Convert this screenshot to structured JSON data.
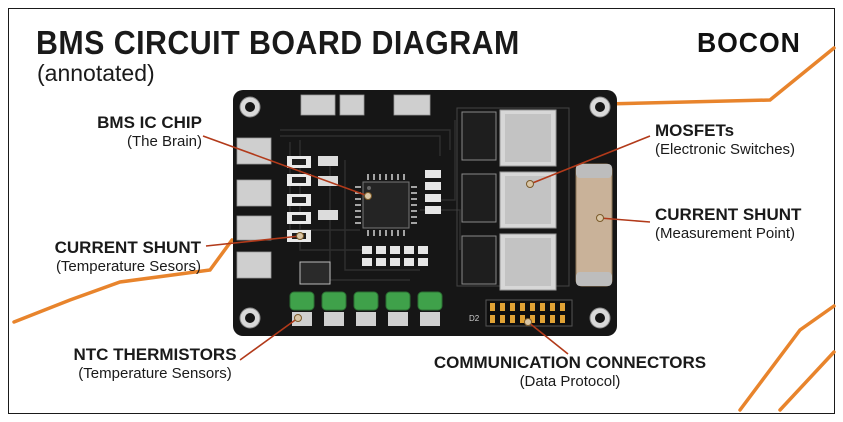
{
  "header": {
    "title": "BMS CIRCUIT BOARD DIAGRAM",
    "subtitle": "(annotated)",
    "logo": "BOCON"
  },
  "callouts": {
    "bms_ic": {
      "title": "BMS IC CHIP",
      "subtitle": "(The Brain)"
    },
    "current_shunt_left": {
      "title": "CURRENT SHUNT",
      "subtitle": "(Temperature  Sesors)"
    },
    "ntc": {
      "title": "NTC THERMISTORS",
      "subtitle": "(Temperature Sensors)"
    },
    "mosfets": {
      "title": "MOSFETs",
      "subtitle": "(Electronic Switches)"
    },
    "current_shunt_right": {
      "title": "CURRENT SHUNT",
      "subtitle": "(Measurement Point)"
    },
    "comm": {
      "title": "COMMUNICATION CONNECTORS",
      "subtitle": "(Data Protocol)"
    }
  },
  "board_silkscreen": {
    "connector_label": "D2"
  },
  "colors": {
    "accent": "#e8842c",
    "board": "#161616",
    "ink": "#1a1a1a",
    "thermistor": "#3fa14a"
  }
}
